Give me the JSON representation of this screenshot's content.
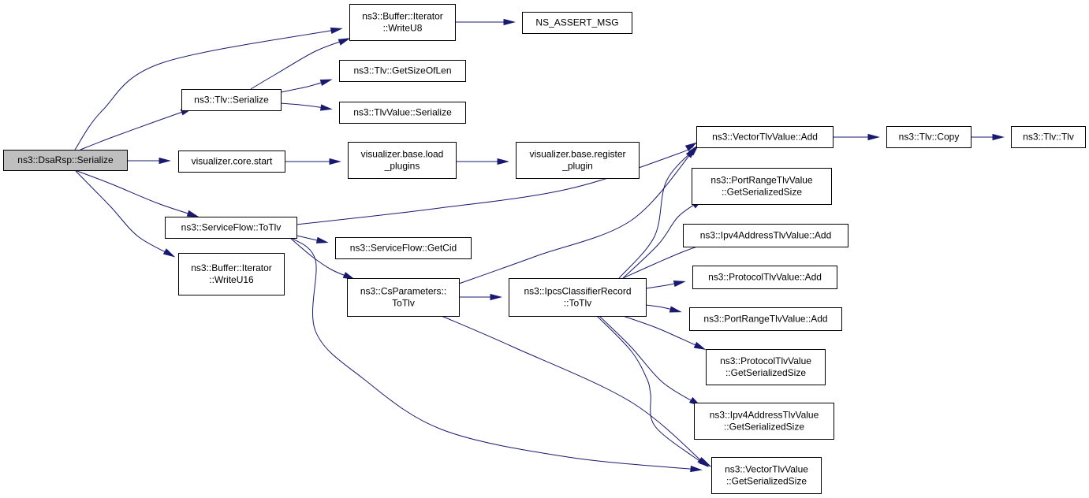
{
  "nodes": [
    {
      "id": "dsarsp_serialize",
      "lines": [
        "ns3::DsaRsp::Serialize"
      ],
      "root": true
    },
    {
      "id": "buffer_writeu8",
      "lines": [
        "ns3::Buffer::Iterator",
        "::WriteU8"
      ]
    },
    {
      "id": "ns_assert_msg",
      "lines": [
        "NS_ASSERT_MSG"
      ]
    },
    {
      "id": "tlv_serialize",
      "lines": [
        "ns3::Tlv::Serialize"
      ]
    },
    {
      "id": "tlv_getsizeoflen",
      "lines": [
        "ns3::Tlv::GetSizeOfLen"
      ]
    },
    {
      "id": "tlvvalue_serialize",
      "lines": [
        "ns3::TlvValue::Serialize"
      ]
    },
    {
      "id": "viz_core_start",
      "lines": [
        "visualizer.core.start"
      ]
    },
    {
      "id": "viz_base_load",
      "lines": [
        "visualizer.base.load",
        "_plugins"
      ]
    },
    {
      "id": "viz_base_register",
      "lines": [
        "visualizer.base.register",
        "_plugin"
      ]
    },
    {
      "id": "vectortlv_add",
      "lines": [
        "ns3::VectorTlvValue::Add"
      ]
    },
    {
      "id": "tlv_copy",
      "lines": [
        "ns3::Tlv::Copy"
      ]
    },
    {
      "id": "tlv_tlv",
      "lines": [
        "ns3::Tlv::Tlv"
      ]
    },
    {
      "id": "portrange_getsize",
      "lines": [
        "ns3::PortRangeTlvValue",
        "::GetSerializedSize"
      ]
    },
    {
      "id": "serviceflow_totlv",
      "lines": [
        "ns3::ServiceFlow::ToTlv"
      ]
    },
    {
      "id": "serviceflow_getcid",
      "lines": [
        "ns3::ServiceFlow::GetCid"
      ]
    },
    {
      "id": "ipv4_add",
      "lines": [
        "ns3::Ipv4AddressTlvValue::Add"
      ]
    },
    {
      "id": "buffer_writeu16",
      "lines": [
        "ns3::Buffer::Iterator",
        "::WriteU16"
      ]
    },
    {
      "id": "csparams_totlv",
      "lines": [
        "ns3::CsParameters::",
        "ToTlv"
      ]
    },
    {
      "id": "ipcs_totlv",
      "lines": [
        "ns3::IpcsClassifierRecord",
        "::ToTlv"
      ]
    },
    {
      "id": "protocol_add",
      "lines": [
        "ns3::ProtocolTlvValue::Add"
      ]
    },
    {
      "id": "portrange_add",
      "lines": [
        "ns3::PortRangeTlvValue::Add"
      ]
    },
    {
      "id": "protocol_getsize",
      "lines": [
        "ns3::ProtocolTlvValue",
        "::GetSerializedSize"
      ]
    },
    {
      "id": "ipv4_getsize",
      "lines": [
        "ns3::Ipv4AddressTlvValue",
        "::GetSerializedSize"
      ]
    },
    {
      "id": "vectortlv_getsize",
      "lines": [
        "ns3::VectorTlvValue",
        "::GetSerializedSize"
      ]
    }
  ],
  "edges": [
    {
      "from": "dsarsp_serialize",
      "to": "buffer_writeu8"
    },
    {
      "from": "dsarsp_serialize",
      "to": "tlv_serialize"
    },
    {
      "from": "dsarsp_serialize",
      "to": "viz_core_start"
    },
    {
      "from": "dsarsp_serialize",
      "to": "serviceflow_totlv"
    },
    {
      "from": "dsarsp_serialize",
      "to": "buffer_writeu16"
    },
    {
      "from": "buffer_writeu8",
      "to": "ns_assert_msg"
    },
    {
      "from": "tlv_serialize",
      "to": "buffer_writeu8"
    },
    {
      "from": "tlv_serialize",
      "to": "tlv_getsizeoflen"
    },
    {
      "from": "tlv_serialize",
      "to": "tlvvalue_serialize"
    },
    {
      "from": "viz_core_start",
      "to": "viz_base_load"
    },
    {
      "from": "viz_base_load",
      "to": "viz_base_register"
    },
    {
      "from": "serviceflow_totlv",
      "to": "vectortlv_add"
    },
    {
      "from": "serviceflow_totlv",
      "to": "serviceflow_getcid"
    },
    {
      "from": "serviceflow_totlv",
      "to": "csparams_totlv"
    },
    {
      "from": "serviceflow_totlv",
      "to": "vectortlv_getsize"
    },
    {
      "from": "csparams_totlv",
      "to": "vectortlv_add"
    },
    {
      "from": "csparams_totlv",
      "to": "ipcs_totlv"
    },
    {
      "from": "csparams_totlv",
      "to": "vectortlv_getsize"
    },
    {
      "from": "vectortlv_add",
      "to": "tlv_copy"
    },
    {
      "from": "tlv_copy",
      "to": "tlv_tlv"
    },
    {
      "from": "ipcs_totlv",
      "to": "vectortlv_add"
    },
    {
      "from": "ipcs_totlv",
      "to": "portrange_getsize"
    },
    {
      "from": "ipcs_totlv",
      "to": "ipv4_add"
    },
    {
      "from": "ipcs_totlv",
      "to": "protocol_add"
    },
    {
      "from": "ipcs_totlv",
      "to": "portrange_add"
    },
    {
      "from": "ipcs_totlv",
      "to": "protocol_getsize"
    },
    {
      "from": "ipcs_totlv",
      "to": "ipv4_getsize"
    },
    {
      "from": "ipcs_totlv",
      "to": "vectortlv_getsize"
    }
  ],
  "colors": {
    "edge": "#191970",
    "root_fill": "#bfbfbf",
    "node_fill": "#ffffff",
    "border": "#000000"
  }
}
